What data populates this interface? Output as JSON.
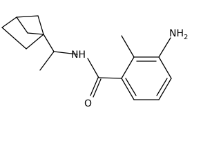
{
  "molecule": {
    "atom_labels": {
      "amine": {
        "text": "NH",
        "subscript": "2"
      },
      "amide_nitrogen": {
        "text": "NH"
      },
      "carbonyl_oxygen": {
        "text": "O"
      }
    },
    "line_color": "#000000",
    "background": "#ffffff"
  }
}
